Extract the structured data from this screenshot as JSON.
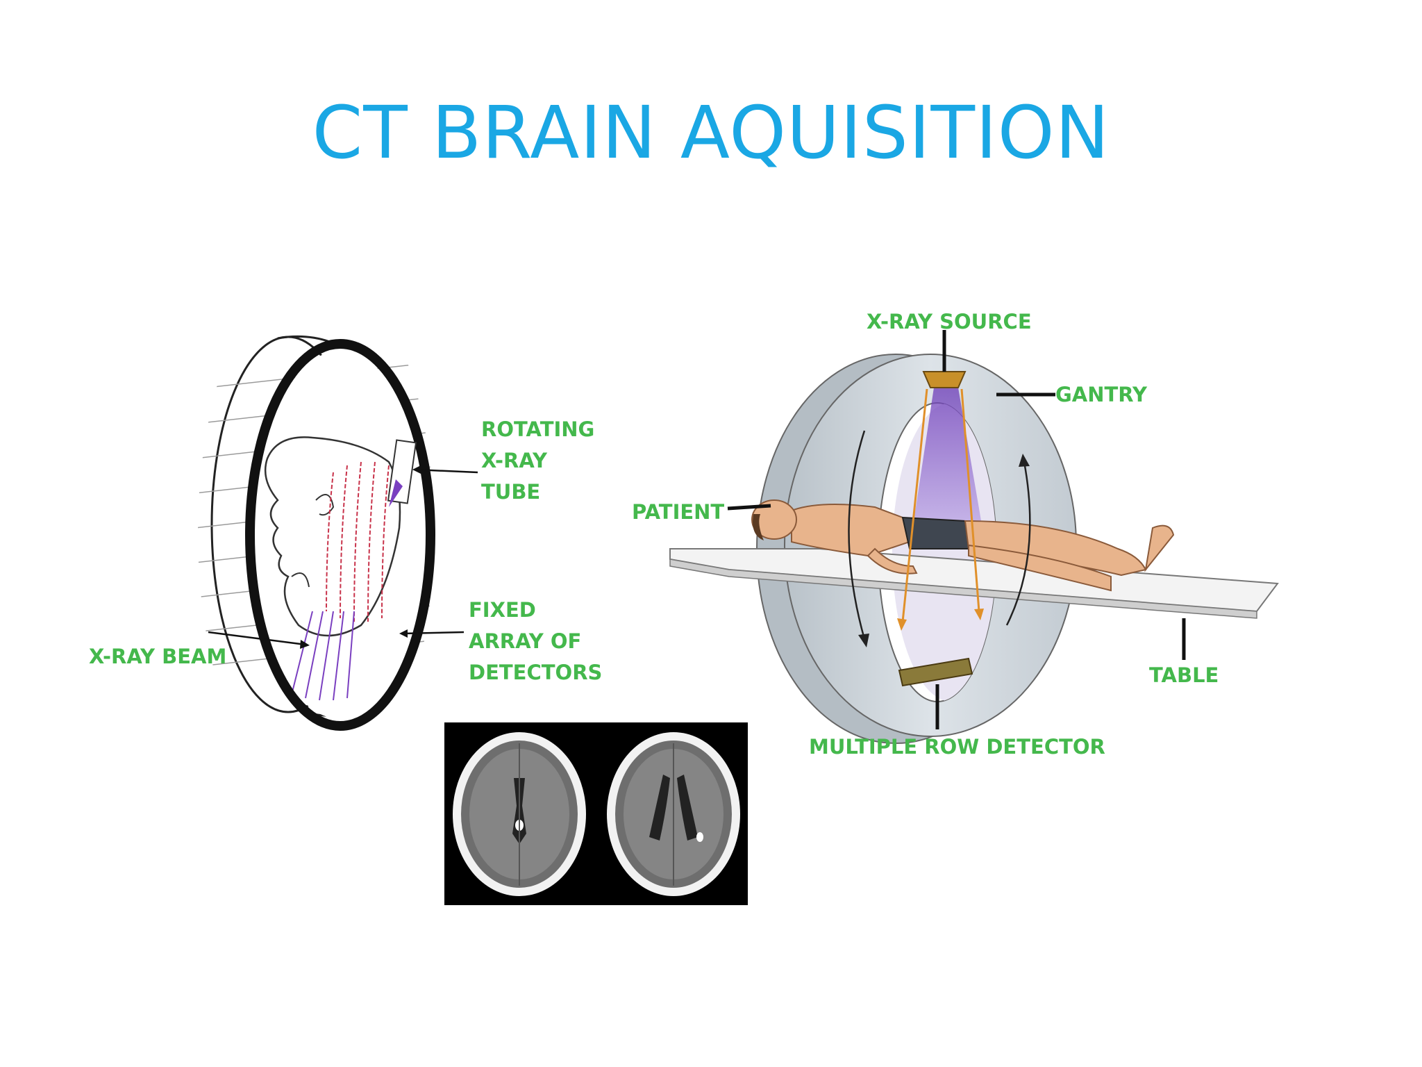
{
  "slide": {
    "title": "CT BRAIN AQUISITION"
  },
  "colors": {
    "title": "#1aa7e4",
    "label": "#44b84c",
    "gantry": "#cdd5db",
    "beam": "#7a3fc0",
    "beam_arrow": "#e0902a",
    "skin": "#e8b48c",
    "detector": "#8a7a3a"
  },
  "left_diagram": {
    "labels": {
      "rotating_line1": "ROTATING",
      "rotating_line2": "X-RAY",
      "rotating_line3": "TUBE",
      "fixed_line1": "FIXED",
      "fixed_line2": "ARRAY OF",
      "fixed_line3": "DETECTORS",
      "xray_beam": "X-RAY BEAM"
    }
  },
  "right_diagram": {
    "labels": {
      "xray_source": "X-RAY SOURCE",
      "gantry": "GANTRY",
      "patient": "PATIENT",
      "table": "TABLE",
      "multiple_row_detector": "MULTIPLE ROW DETECTOR"
    }
  }
}
